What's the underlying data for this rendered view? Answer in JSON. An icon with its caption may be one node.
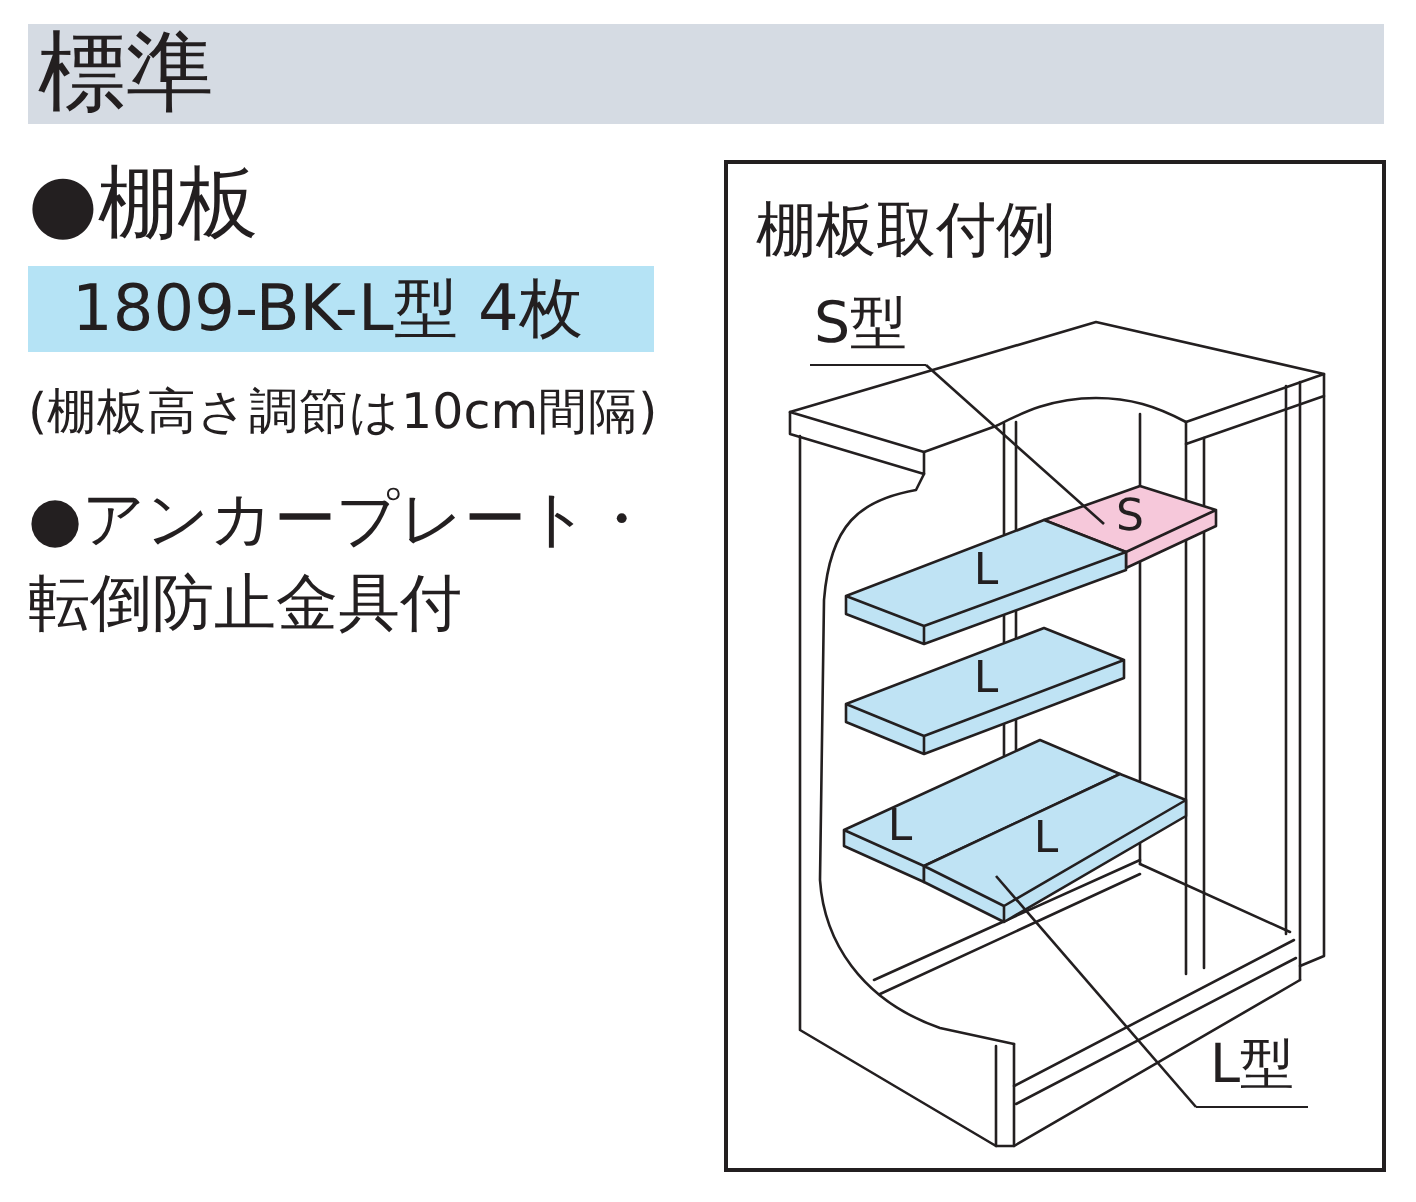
{
  "diagram": {
    "title": "標準",
    "nodes": [
      {
        "text": [
          "1809-BK-L型 4枚"
        ]
      },
      {
        "text": [
          "棚板取付例"
        ]
      },
      {
        "text": [
          "S型"
        ],
        "in": 1
      },
      {
        "text": [
          "S"
        ],
        "in": 1
      },
      {
        "text": [
          "L"
        ],
        "in": 1
      },
      {
        "text": [
          "L"
        ],
        "in": 1
      },
      {
        "text": [
          "L"
        ],
        "in": 1
      },
      {
        "text": [
          "L"
        ],
        "in": 1
      },
      {
        "text": [
          "L型"
        ],
        "in": 1
      }
    ],
    "edges": [
      {
        "from": 2,
        "to": 3,
        "arrow": "none"
      },
      {
        "from": 8,
        "to": 7,
        "arrow": "none"
      }
    ],
    "labels": [
      "●棚板",
      "(棚板高さ調節は10cm間隔)",
      "●アンカープレート・転倒防止金具付"
    ]
  }
}
